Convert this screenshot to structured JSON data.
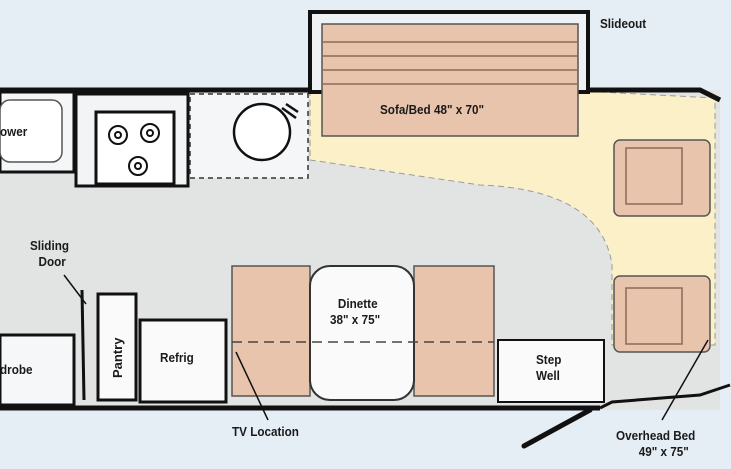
{
  "floorplan": {
    "labels": {
      "slideout": "Slideout",
      "sofa_bed": "Sofa/Bed 48\" x 70\"",
      "shower": "ower",
      "sliding_door_line1": "Sliding",
      "sliding_door_line2": "Door",
      "pantry": "Pantry",
      "refrig": "Refrig",
      "wardrobe": "drobe",
      "dinette_line1": "Dinette",
      "dinette_line2": "38\" x 75\"",
      "step_well_line1": "Step",
      "step_well_line2": "Well",
      "tv_location": "TV Location",
      "overhead_bed_line1": "Overhead Bed",
      "overhead_bed_line2": "49\" x 75\""
    },
    "colors": {
      "background": "#e6eef5",
      "wall": "#111111",
      "floor": "#e2e4e4",
      "cushion": "#e8c4ad",
      "cushion_dark": "#c99a80",
      "overhead_bed": "#fbf0c8"
    }
  }
}
